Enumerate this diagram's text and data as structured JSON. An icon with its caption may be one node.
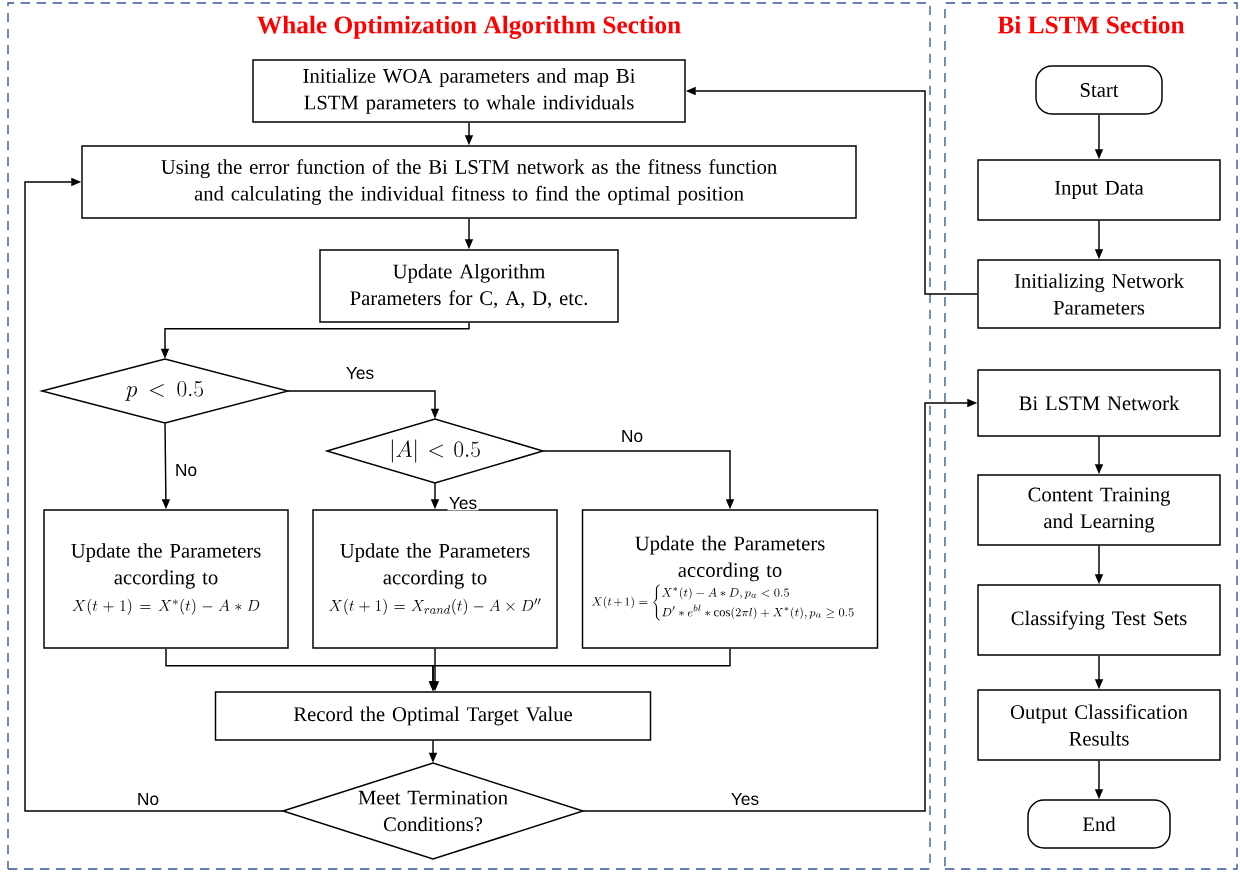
{
  "diagram": {
    "nodes": [
      {
        "text": [
          "Whale Optimization Algorithm Section"
        ]
      },
      {
        "text": [
          "Bi LSTM Section"
        ]
      },
      {
        "text": [
          "Initialize WOA parameters and map Bi LSTM parameters to whale individuals"
        ],
        "in": 0
      },
      {
        "text": [
          "Using the error function of the Bi LSTM network as the fitness function and calculating the individual fitness to find the optimal position"
        ],
        "in": 0
      },
      {
        "text": [
          "Update Algorithm Parameters for C, A, D, etc."
        ],
        "in": 0
      },
      {
        "text": [
          "p<0.5"
        ],
        "in": 0
      },
      {
        "text": [
          "\\left|A\\right|<0.5"
        ],
        "in": 0
      },
      {
        "text": [
          "Update the Parameters according to",
          "X(t+1)=X^{*}(t)-A*D"
        ],
        "in": 0
      },
      {
        "text": [
          "Update the Parameters according to",
          "X(t+1)=X_{rand}(t)-A\\times D''"
        ],
        "in": 0
      },
      {
        "text": [
          "Update the Parameters according to",
          "X(t+1)=\\begin{cases}X^{*}(t)-A*D, p_{a}<0.5\\\\ D'*e^{bl}*\\cos(2\\pi l)+X^{*}(t), p_{a}\\geq 0.5\\end{cases}"
        ],
        "in": 0
      },
      {
        "text": [
          "Record the Optimal Target Value"
        ],
        "in": 0
      },
      {
        "text": [
          "Meet Termination Conditions?"
        ],
        "in": 0
      },
      {
        "text": [
          "Start"
        ],
        "in": 1
      },
      {
        "text": [
          "Input Data"
        ],
        "in": 1
      },
      {
        "text": [
          "Initializing Network Parameters"
        ],
        "in": 1
      },
      {
        "text": [
          "Bi LSTM Network"
        ],
        "in": 1
      },
      {
        "text": [
          "Content Training and Learning"
        ],
        "in": 1
      },
      {
        "text": [
          "Classifying Test Sets"
        ],
        "in": 1
      },
      {
        "text": [
          "Output Classification Results"
        ],
        "in": 1
      },
      {
        "text": [
          "End"
        ],
        "in": 1
      }
    ],
    "edges": [
      {
        "from": 2,
        "to": 3,
        "arrow": "to"
      },
      {
        "from": 3,
        "to": 4,
        "arrow": "to"
      },
      {
        "from": 4,
        "to": 5,
        "arrow": "to"
      },
      {
        "from": 5,
        "to": 6,
        "arrow": "to",
        "label": "Yes"
      },
      {
        "from": 5,
        "to": 7,
        "arrow": "to",
        "label": "No"
      },
      {
        "from": 6,
        "to": 8,
        "arrow": "to",
        "label": "Yes"
      },
      {
        "from": 6,
        "to": 9,
        "arrow": "to",
        "label": "No"
      },
      {
        "from": 7,
        "to": 10,
        "arrow": "to"
      },
      {
        "from": 8,
        "to": 10,
        "arrow": "to"
      },
      {
        "from": 9,
        "to": 10,
        "arrow": "to"
      },
      {
        "from": 10,
        "to": 11,
        "arrow": "to"
      },
      {
        "from": 11,
        "to": 3,
        "arrow": "to",
        "label": "No"
      },
      {
        "from": 11,
        "to": 15,
        "arrow": "to",
        "label": "Yes"
      },
      {
        "from": 12,
        "to": 13,
        "arrow": "to"
      },
      {
        "from": 13,
        "to": 14,
        "arrow": "to"
      },
      {
        "from": 14,
        "to": 2,
        "arrow": "to"
      },
      {
        "from": 15,
        "to": 16,
        "arrow": "to"
      },
      {
        "from": 16,
        "to": 17,
        "arrow": "to"
      },
      {
        "from": 17,
        "to": 18,
        "arrow": "to"
      },
      {
        "from": 18,
        "to": 19,
        "arrow": "to"
      }
    ]
  }
}
